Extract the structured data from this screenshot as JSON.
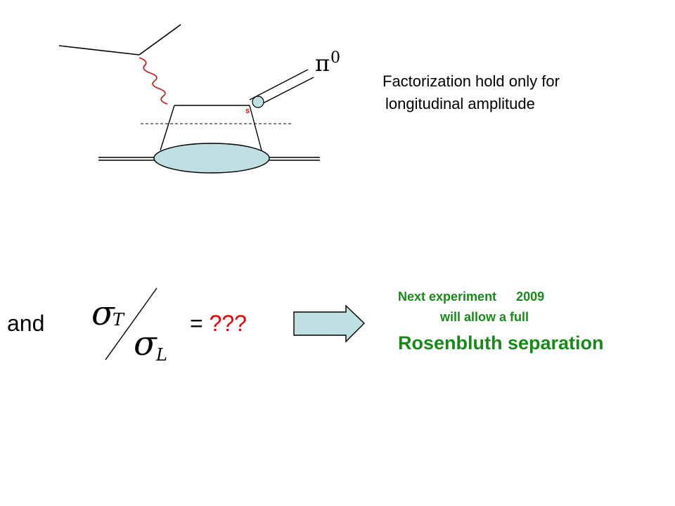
{
  "diagram": {
    "pion_label": "π",
    "pion_charge": "0",
    "s_label": "s"
  },
  "text": {
    "factorization_line1": "Factorization hold only for",
    "factorization_line2": "longitudinal amplitude",
    "and": "and",
    "equals": "=",
    "question_marks": "???",
    "next_experiment": "Next experiment",
    "year": "2009",
    "will_allow": "will allow a full",
    "rosenbluth": "Rosenbluth separation"
  },
  "ratio": {
    "numerator_symbol": "σ",
    "numerator_sub": "T",
    "denominator_symbol": "σ",
    "denominator_sub": "L"
  },
  "colors": {
    "photon": "#cc1111",
    "blob_fill": "#bfe0e3",
    "arrow_fill": "#bfe0e3",
    "green_text": "#168a16",
    "question_red": "#ee0000"
  }
}
